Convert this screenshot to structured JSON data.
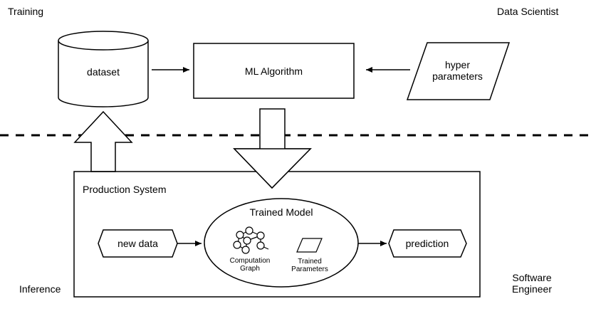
{
  "labels": {
    "training": "Training",
    "data_scientist": "Data Scientist",
    "inference": "Inference",
    "software_engineer_line1": "Software",
    "software_engineer_line2": "Engineer"
  },
  "nodes": {
    "dataset": "dataset",
    "ml_algorithm": "ML Algorithm",
    "hyper_parameters_line1": "hyper",
    "hyper_parameters_line2": "parameters",
    "production_system": "Production System",
    "trained_model": "Trained Model",
    "new_data": "new data",
    "prediction": "prediction",
    "computation_graph_line1": "Computation",
    "computation_graph_line2": "Graph",
    "trained_parameters_line1": "Trained",
    "trained_parameters_line2": "Parameters"
  },
  "colors": {
    "stroke": "#000000",
    "fill": "#ffffff"
  }
}
